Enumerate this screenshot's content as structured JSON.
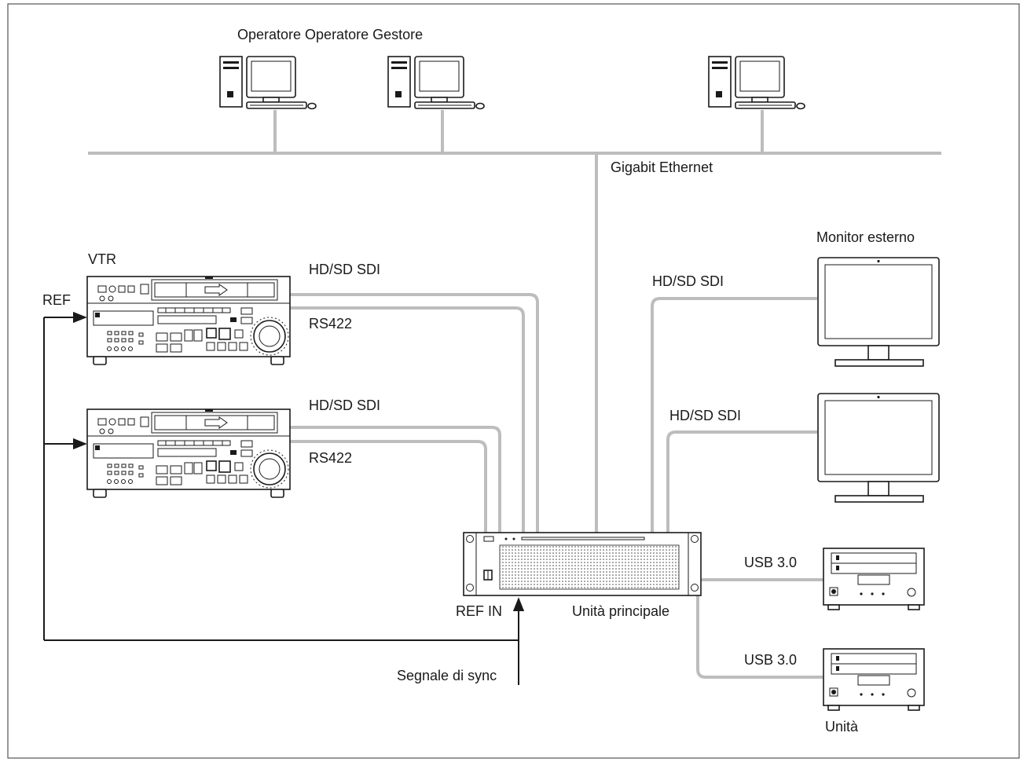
{
  "labels": {
    "operators": "Operatore Operatore Gestore",
    "gigabit_ethernet": "Gigabit Ethernet",
    "vtr": "VTR",
    "ref": "REF",
    "vtr1_hdsdi": "HD/SD SDI",
    "vtr1_rs422": "RS422",
    "vtr2_hdsdi": "HD/SD SDI",
    "vtr2_rs422": "RS422",
    "monitor_esterno": "Monitor esterno",
    "monitor1_hdsdi": "HD/SD SDI",
    "monitor2_hdsdi": "HD/SD SDI",
    "usb1": "USB 3.0",
    "usb2": "USB 3.0",
    "ref_in": "REF IN",
    "unita_principale": "Unità principale",
    "segnale_sync": "Segnale di sync",
    "unita": "Unità"
  },
  "icons": {
    "computer": "computer-icon",
    "vtr": "vtr-deck-icon",
    "monitor": "monitor-icon",
    "main_unit": "main-unit-icon",
    "drive": "drive-unit-icon"
  },
  "colors": {
    "cable": "#bdbdbd",
    "line": "#1a1a1a",
    "frame": "#555555"
  }
}
